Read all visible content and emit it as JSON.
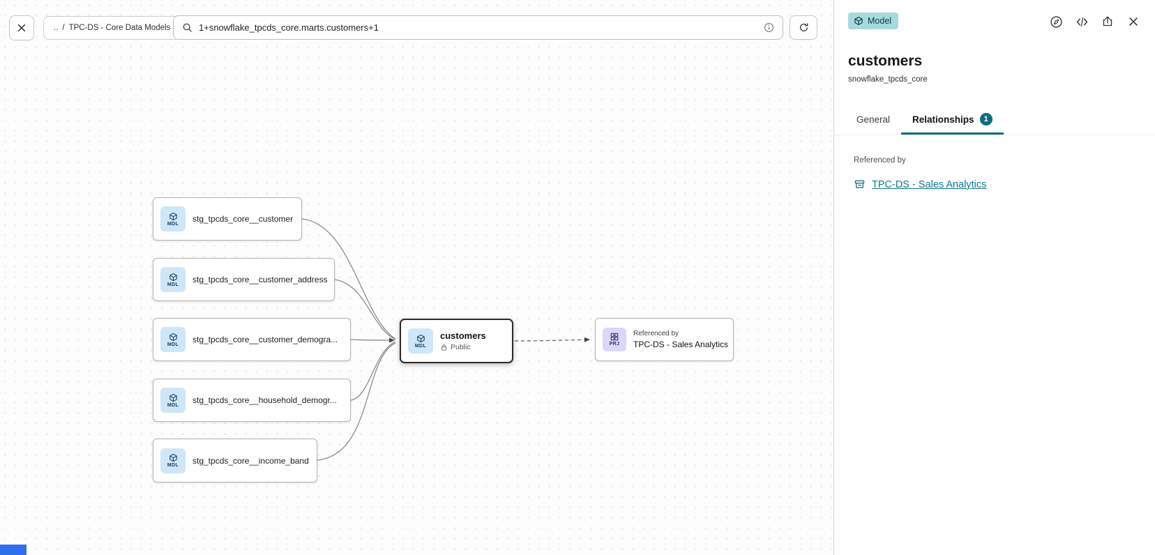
{
  "colors": {
    "accent_teal": "#0B6E7F",
    "link": "#0E7A8C",
    "model_badge_bg": "#A7D9DD",
    "mdl_tile_bg": "#CFE6F8",
    "prj_tile_bg": "#DBD7F8",
    "selected_node_border": "#2B2B2B",
    "attribution_blue": "#2F6FED"
  },
  "toolbar": {
    "breadcrumb": {
      "up": "..",
      "separator": "/",
      "current": "TPC-DS - Core Data Models"
    },
    "search_value": "1+snowflake_tpcds_core.marts.customers+1"
  },
  "canvas": {
    "nodes": [
      {
        "type": "MDL",
        "label": "stg_tpcds_core__customer"
      },
      {
        "type": "MDL",
        "label": "stg_tpcds_core__customer_address"
      },
      {
        "type": "MDL",
        "label": "stg_tpcds_core__customer_demogra..."
      },
      {
        "type": "MDL",
        "label": "stg_tpcds_core__household_demogr..."
      },
      {
        "type": "MDL",
        "label": "stg_tpcds_core__income_band"
      }
    ],
    "selected": {
      "type": "MDL",
      "label": "customers",
      "access": "Public"
    },
    "project": {
      "type": "PRJ",
      "caption": "Referenced by",
      "label": "TPC-DS - Sales Analytics"
    },
    "edges": [
      {
        "from": "stg_tpcds_core__customer",
        "to": "customers",
        "style": "solid"
      },
      {
        "from": "stg_tpcds_core__customer_address",
        "to": "customers",
        "style": "solid"
      },
      {
        "from": "stg_tpcds_core__customer_demogra...",
        "to": "customers",
        "style": "solid"
      },
      {
        "from": "stg_tpcds_core__household_demogr...",
        "to": "customers",
        "style": "solid"
      },
      {
        "from": "stg_tpcds_core__income_band",
        "to": "customers",
        "style": "solid"
      },
      {
        "from": "customers",
        "to": "TPC-DS - Sales Analytics",
        "style": "dashed"
      }
    ]
  },
  "panel": {
    "badge_label": "Model",
    "title": "customers",
    "subtitle": "snowflake_tpcds_core",
    "tabs": [
      {
        "label": "General",
        "badge": ""
      },
      {
        "label": "Relationships",
        "badge": "1"
      }
    ],
    "referenced_by_label": "Referenced by",
    "reference_link": "TPC-DS - Sales Analytics"
  }
}
